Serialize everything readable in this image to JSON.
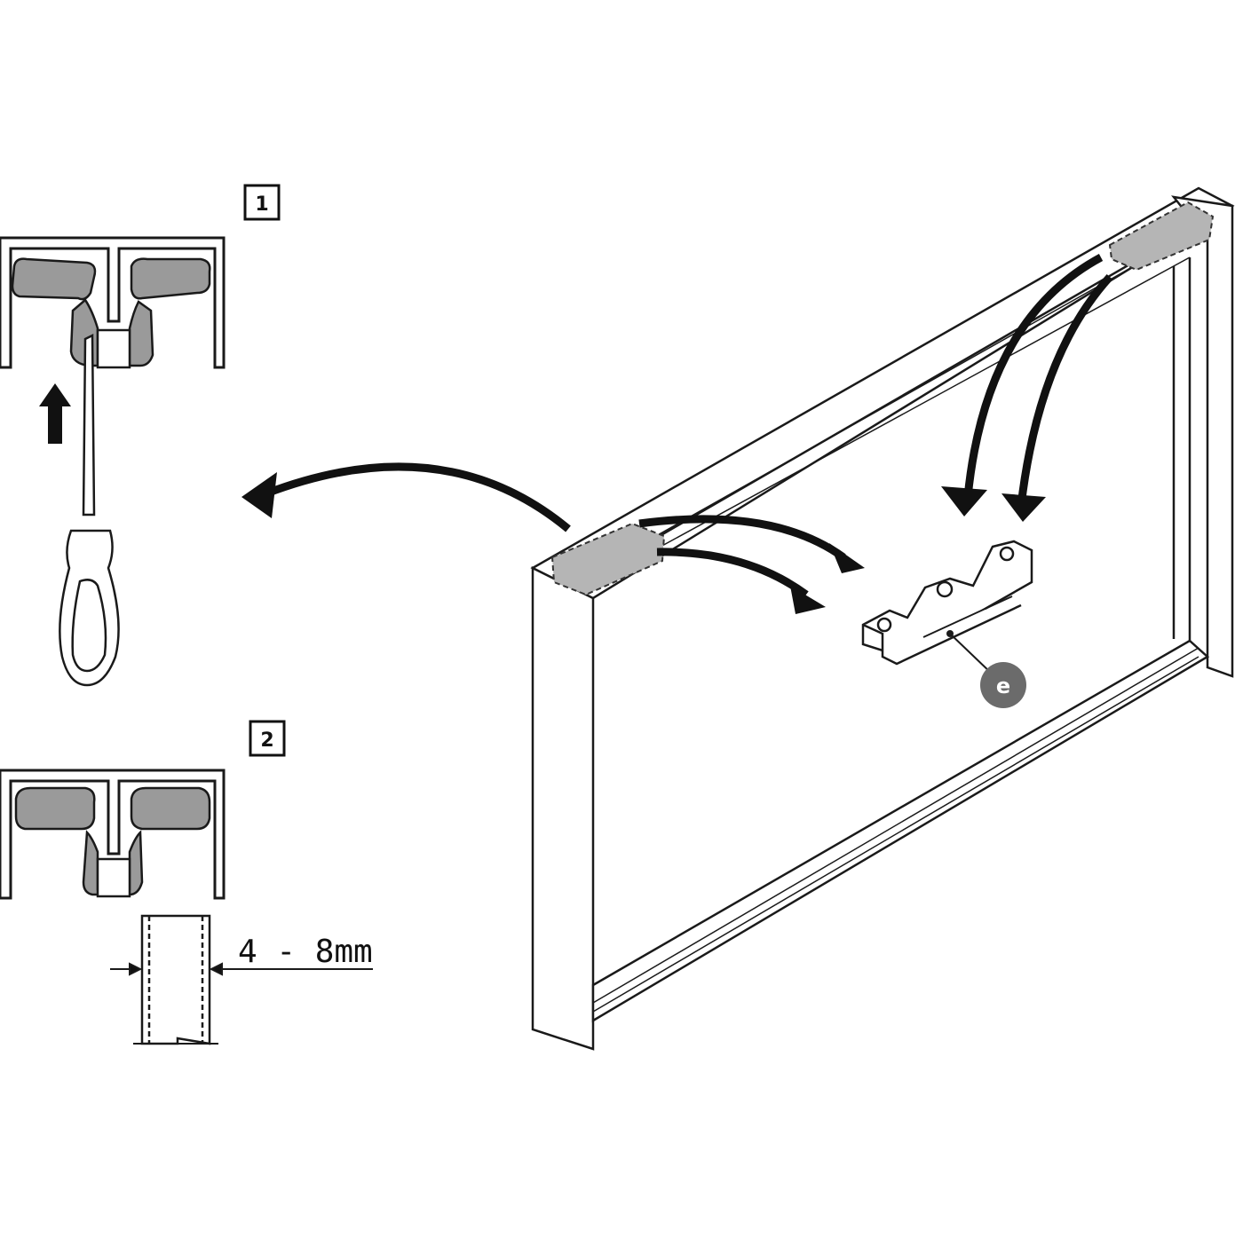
{
  "steps": {
    "step1": "1",
    "step2": "2"
  },
  "dimension": {
    "label": "4 - 8mm"
  },
  "callout": {
    "label": "e"
  },
  "colors": {
    "line": "#1a1a1a",
    "fill_gray": "#9a9a9a",
    "callout_fill": "#6b6b6b",
    "arrow": "#111111"
  },
  "icons": {
    "screwdriver": "screwdriver-icon",
    "up_arrow": "up-arrow-icon"
  }
}
